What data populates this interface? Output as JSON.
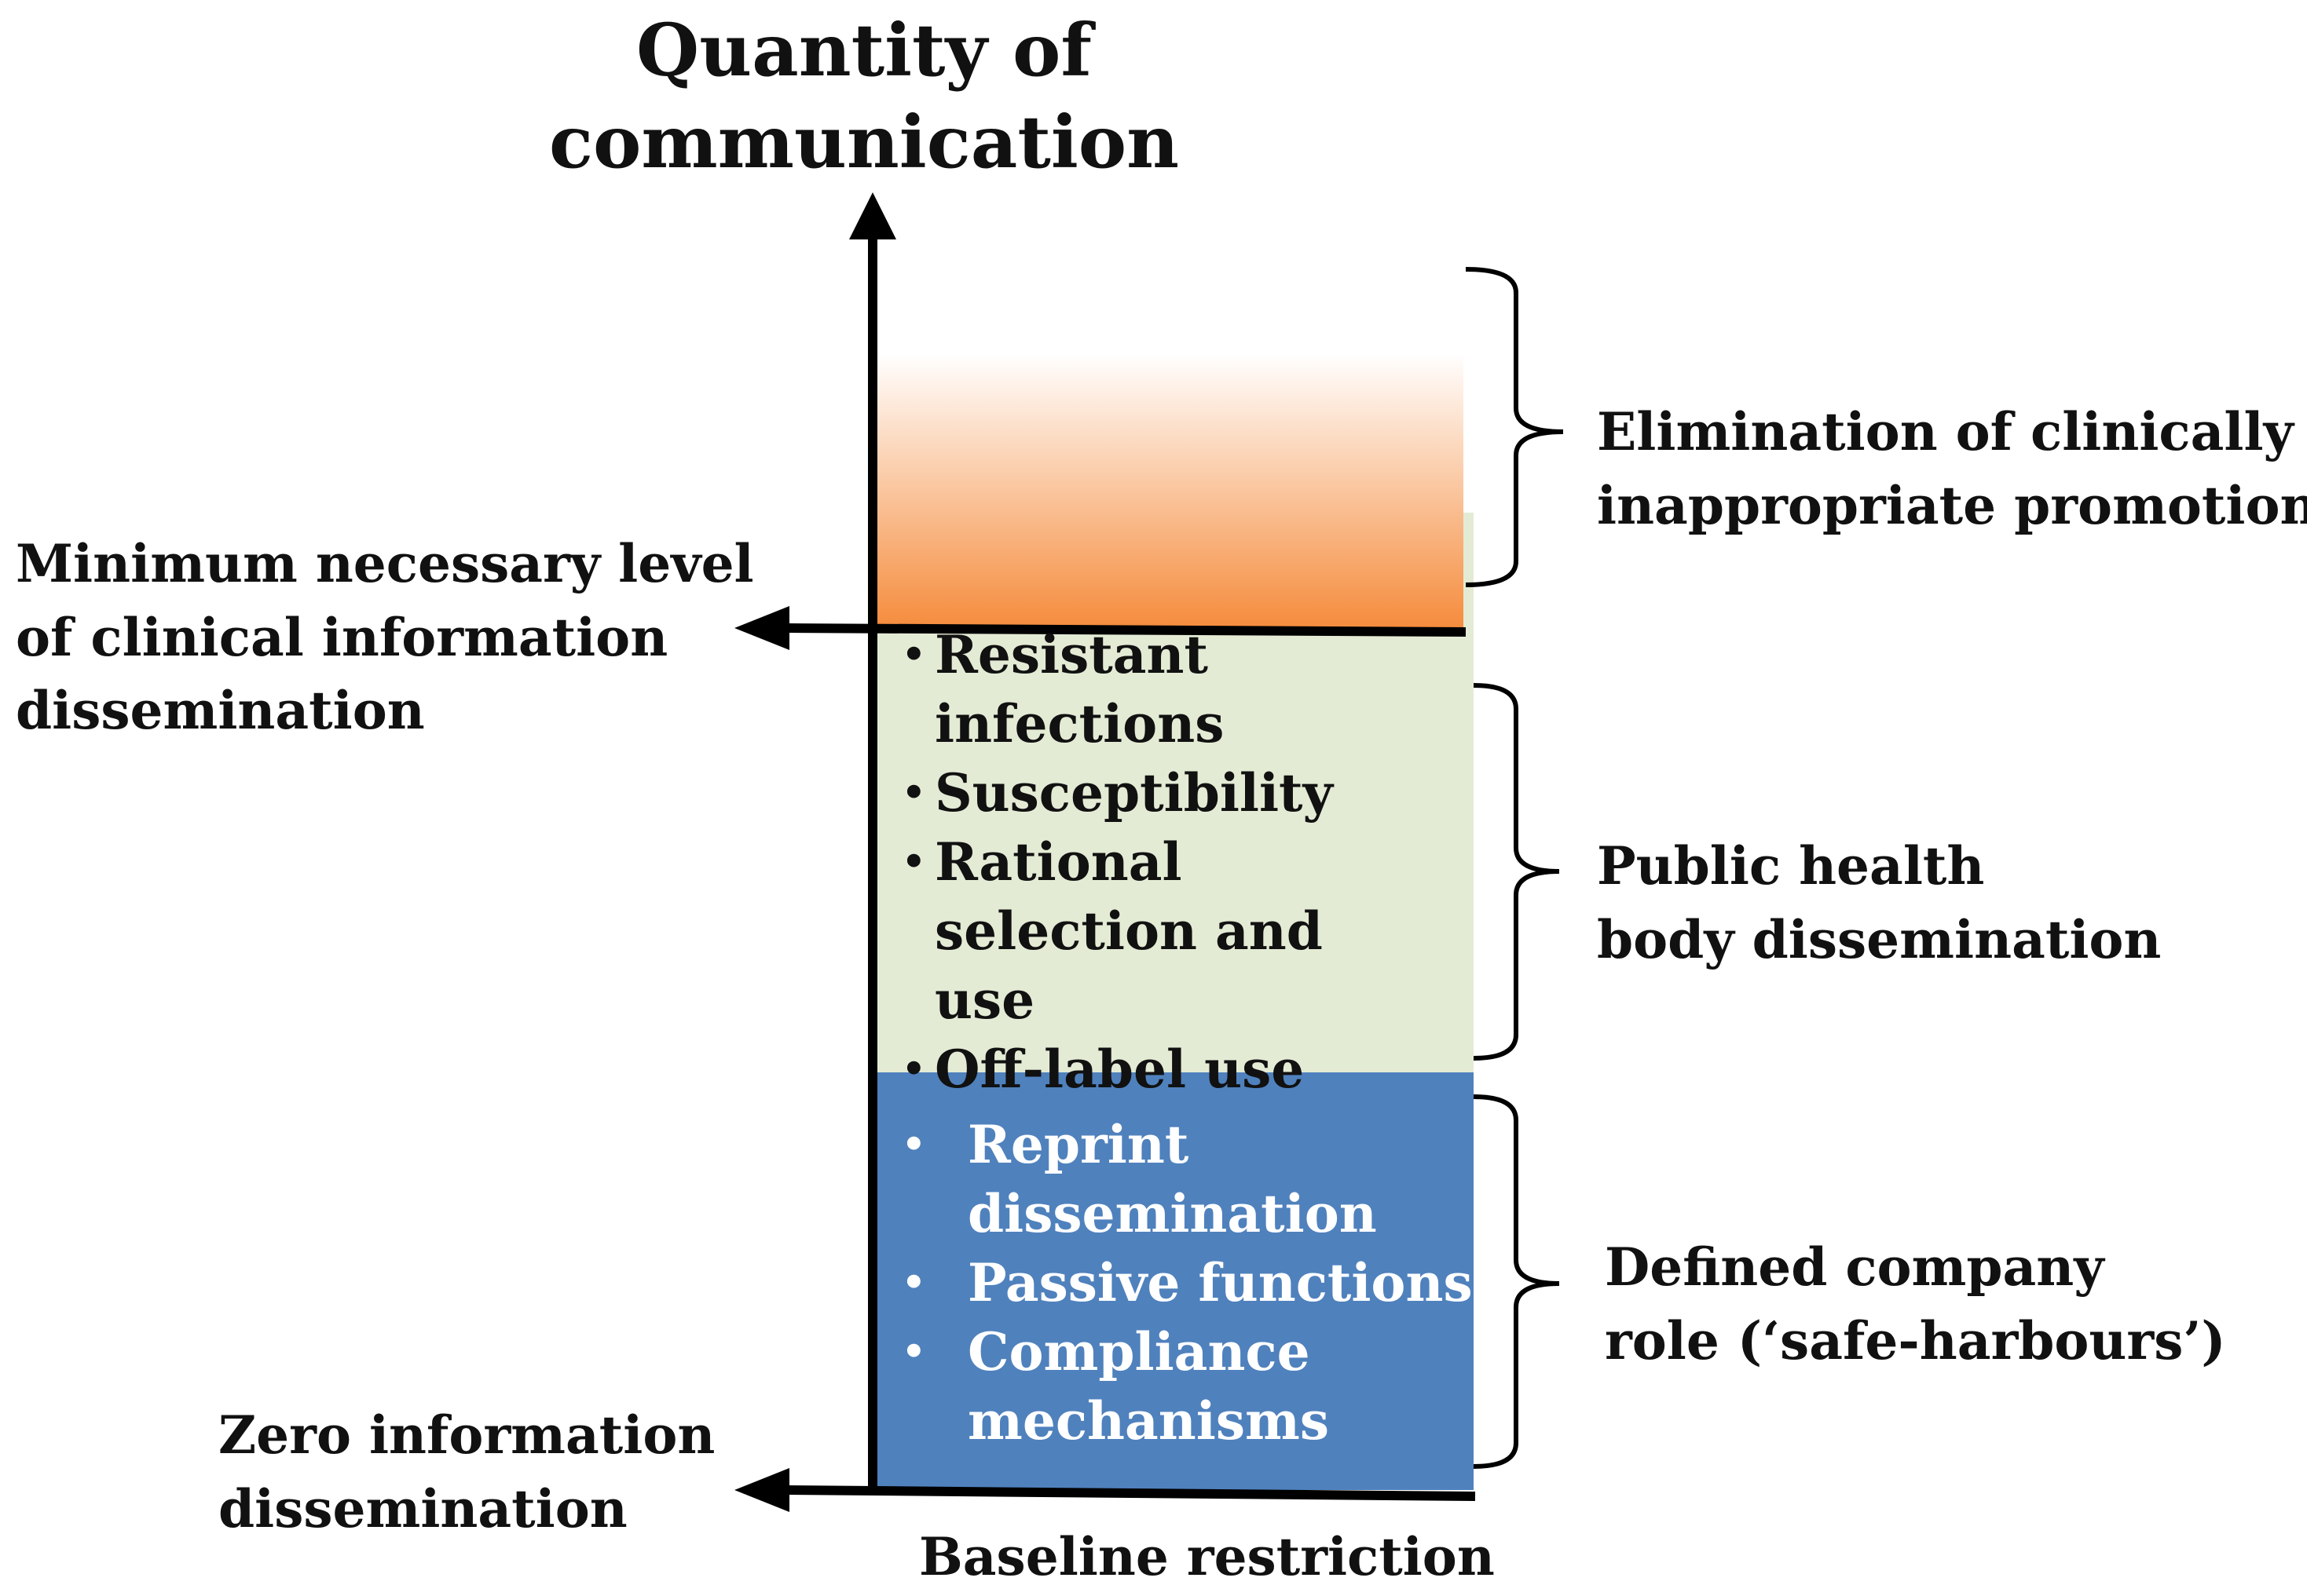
{
  "axis_title": [
    "Quantity of",
    "communication"
  ],
  "left_labels": {
    "minimum_level": [
      "Minimum necessary level",
      "of clinical information",
      "dissemination"
    ],
    "zero_level": [
      "Zero information",
      "dissemination"
    ]
  },
  "baseline_label": "Baseline restriction",
  "bands": {
    "orange": {
      "label": [
        "Elimination of clinically",
        "inappropriate promotion"
      ],
      "colors": {
        "top": "#ffffff",
        "bottom": "#f58c3d"
      }
    },
    "green": {
      "label": [
        "Public health",
        "body dissemination"
      ],
      "items": [
        "Resistant infections",
        "Susceptibility",
        "Rational selection and use",
        "Off-label use"
      ],
      "color": "#e4ebd5"
    },
    "blue": {
      "label": [
        "Defined company",
        "role (‘safe-harbours’)"
      ],
      "items": [
        "Reprint dissemination",
        "Passive functions",
        "Compliance mechanisms"
      ],
      "color": "#4f81bd"
    }
  }
}
